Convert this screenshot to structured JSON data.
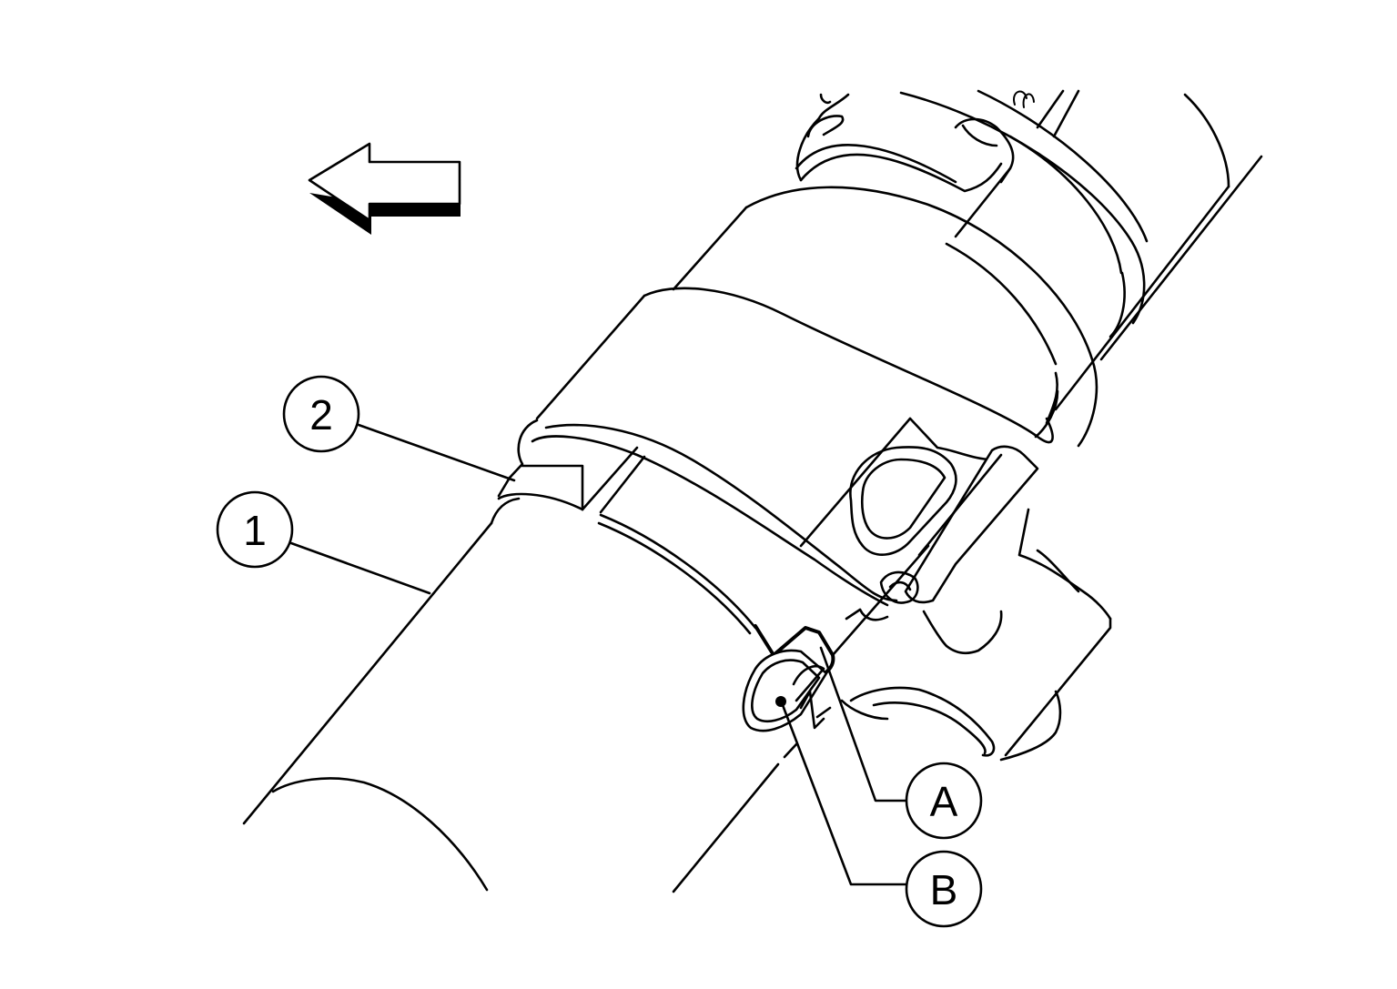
{
  "callouts": {
    "c1": {
      "label": "1"
    },
    "c2": {
      "label": "2"
    },
    "cA": {
      "label": "A"
    },
    "cB": {
      "label": "B"
    }
  },
  "colors": {
    "line": "#000000",
    "background": "#ffffff"
  },
  "icons": {
    "direction": "arrow-left-icon"
  }
}
